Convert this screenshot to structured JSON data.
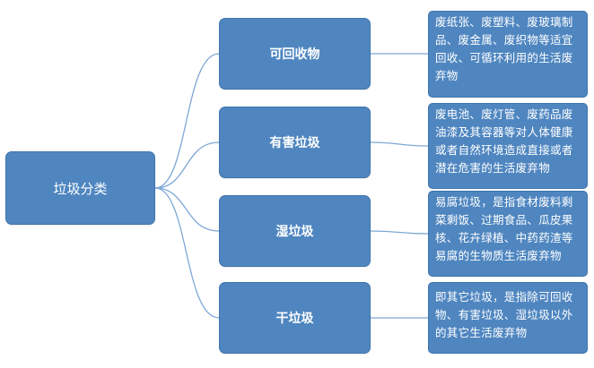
{
  "diagram": {
    "root": {
      "label": "垃圾分类"
    },
    "categories": [
      {
        "label": "可回收物",
        "description": "废纸张、废塑料、废玻璃制品、废金属、废织物等适宜回收、可循环利用的生活废弃物"
      },
      {
        "label": "有害垃圾",
        "description": "废电池、废灯管、废药品废油漆及其容器等对人体健康或者自然环境造成直接或者潜在危害的生活废弃物"
      },
      {
        "label": "湿垃圾",
        "description": "易腐垃圾，是指食材废料剩菜剩饭、过期食品、瓜皮果核、花卉绿植、中药药渣等易腐的生物质生活废弃物"
      },
      {
        "label": "干垃圾",
        "description": "即其它垃圾，是指除可回收物、有害垃圾、湿垃圾以外的其它生活废弃物"
      }
    ]
  },
  "colors": {
    "node_fill": "#4f86c0",
    "node_border": "#3f74ae",
    "connector": "#7ea7d6",
    "text": "#ffffff"
  }
}
